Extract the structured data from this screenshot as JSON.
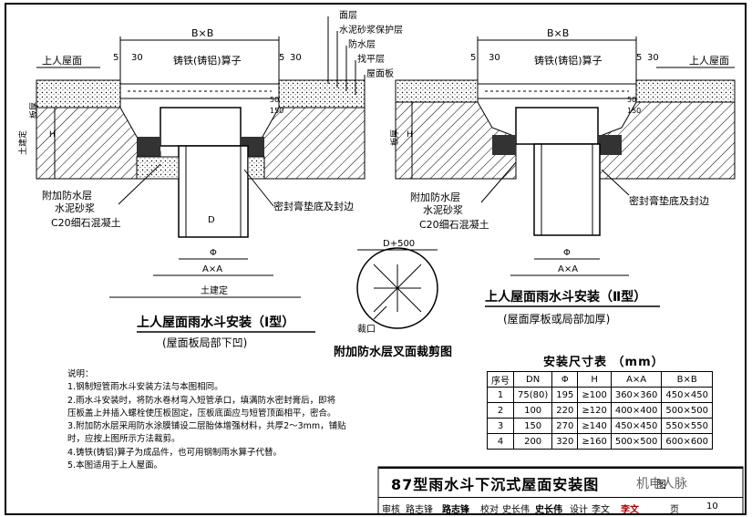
{
  "drawing": {
    "layer_labels": [
      "面层",
      "水泥砂浆保护层",
      "防水层",
      "找平层",
      "屋面板"
    ],
    "bxb": "B×B",
    "grate": "铸铁(铸铝)算子",
    "roof_label": "上人屋面",
    "dim_5": "5",
    "dim_30": "30",
    "dim_50": "50",
    "dim_150": "150",
    "slab_thk": "板厚",
    "civil": "土建定",
    "H": "H",
    "D": "D",
    "phi": "Φ",
    "axa": "A×A",
    "extra_wp": "附加防水层",
    "cement_mortar": "水泥砂浆",
    "c20": "C20细石混凝土",
    "seal": "密封膏垫底及封边",
    "d500": "D+500",
    "cut": "裁口",
    "cut_title": "附加防水层叉面裁剪图"
  },
  "type1": {
    "title": "上人屋面雨水斗安装（Ⅰ型）",
    "subtitle": "(屋面板局部下凹)"
  },
  "type2": {
    "title": "上人屋面雨水斗安装（Ⅱ型）",
    "subtitle": "(屋面厚板或局部加厚)"
  },
  "notes": {
    "heading": "说明：",
    "lines": [
      "1.钢制短管雨水斗安装方法与本图相同。",
      "2.雨水斗安装时，将防水卷材弯入短管承口，填满防水密封膏后，即将",
      "   压板盖上并插入螺栓使压板固定，压板底面应与短管顶面相平，密合。",
      "3.附加防水层采用防水涂膜铺设二层胎体增强材料，共厚2～3mm，铺贴",
      "   时，应按上图所示方法裁剪。",
      "4.铸铁(铸铝)算子为成品件，也可用钢制雨水算子代替。",
      "5.本图适用于上人屋面。"
    ]
  },
  "dim_table": {
    "title": "安装尺寸表 （mm）",
    "headers": [
      "序号",
      "DN",
      "Φ",
      "H",
      "A×A",
      "B×B"
    ],
    "rows": [
      [
        "1",
        "75(80)",
        "195",
        "≥100",
        "360×360",
        "450×450"
      ],
      [
        "2",
        "100",
        "220",
        "≥120",
        "400×400",
        "500×500"
      ],
      [
        "3",
        "150",
        "270",
        "≥140",
        "450×450",
        "550×550"
      ],
      [
        "4",
        "200",
        "320",
        "≥160",
        "500×500",
        "600×600"
      ]
    ]
  },
  "title_block": {
    "title": "87型雨水斗下沉式屋面安装图",
    "sheet_label": "图",
    "review": "审核",
    "reviewer": "路志锋",
    "check": "校对",
    "checker": "史长伟",
    "design": "设计",
    "designer": "李文",
    "page_label": "页",
    "page": "10"
  },
  "watermark": "机电人脉"
}
